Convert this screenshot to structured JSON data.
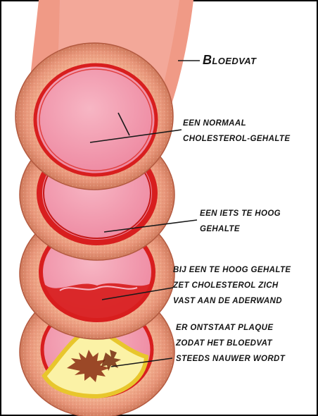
{
  "title": {
    "cap": "B",
    "rest": "LOEDVAT"
  },
  "labels": {
    "normal": [
      "EEN NORMAAL",
      "CHOLESTEROL-GEHALTE"
    ],
    "slightly_high": [
      "EEN IETS TE HOOG",
      "GEHALTE"
    ],
    "too_high": [
      "BIJ EEN TE HOOG GEHALTE",
      "ZET CHOLESTEROL ZICH",
      "VAST AAN DE ADERWAND"
    ],
    "plaque": [
      "ER ONTSTAAT PLAQUE",
      "ZODAT HET BLOEDVAT",
      "STEEDS NAUWER WORDT"
    ]
  },
  "colors": {
    "wall": "#f0a685",
    "lumen": "#f39ab0",
    "intima": "#d81e1e",
    "plaque_fill": "#fbf2a6",
    "plaque_rim": "#e8c62c",
    "frame": "#000000"
  }
}
